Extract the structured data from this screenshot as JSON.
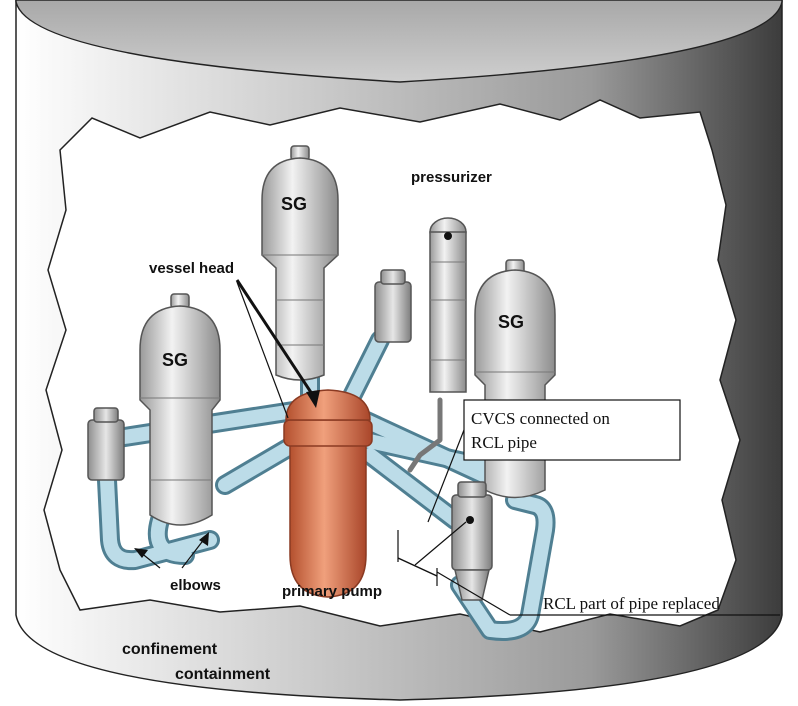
{
  "labels": {
    "sg_center": "SG",
    "sg_left": "SG",
    "sg_right": "SG",
    "pressurizer": "pressurizer",
    "vessel_head": "vessel head",
    "elbows": "elbows",
    "primary_pump": "primary pump",
    "confinement": "confinement",
    "containment": "containment"
  },
  "callouts": {
    "cvcs_line1": "CVCS connected on",
    "cvcs_line2": "RCL pipe",
    "rcl_replaced": "RCL part of pipe replaced"
  },
  "colors": {
    "pipe": "#b9d9e6",
    "pipe_edge": "#4f7f92",
    "vessel": "#d97a55",
    "vessel_edge": "#8a3a22",
    "sg_body": "#d4d4d4",
    "sg_edge": "#555555",
    "wall": "#c6c6c6"
  }
}
